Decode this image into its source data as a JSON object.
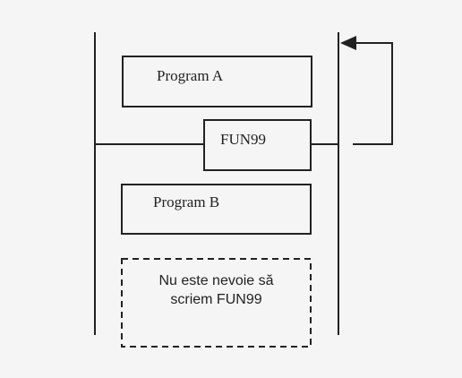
{
  "diagram": {
    "blocks": {
      "program_a": "Program A",
      "fun99": "FUN99",
      "program_b": "Program B",
      "note_line1": "Nu este nevoie să",
      "note_line2": "scriem FUN99"
    },
    "colors": {
      "line": "#222222",
      "background": "#f5f5f5"
    }
  }
}
